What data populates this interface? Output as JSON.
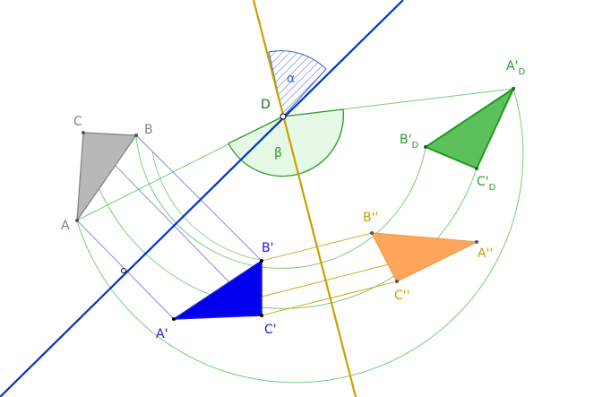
{
  "colors": {
    "gray": "#808080",
    "gray_fill": "#b8b8b8",
    "blue_axis": "#0033cc",
    "blue": "#1c1cdc",
    "blue_fill": "#0000ee",
    "gold": "#c8a000",
    "orange": "#f0a050",
    "orange_fill": "#ffa65c",
    "green": "#2a9a2a",
    "green_fill": "#5cc05c",
    "light_green": "#7acc7a",
    "arc_fill": "#e6f9e6",
    "hatch": "#4060cc"
  },
  "labels": {
    "A": "A",
    "B": "B",
    "C": "C",
    "A1": "A'",
    "B1": "B'",
    "C1": "C'",
    "A2": "A''",
    "B2": "B''",
    "C2": "C''",
    "AD": "A'",
    "BD": "B'",
    "CD": "C'",
    "D_sub": "D",
    "D": "D",
    "alpha": "α",
    "beta": "β"
  }
}
